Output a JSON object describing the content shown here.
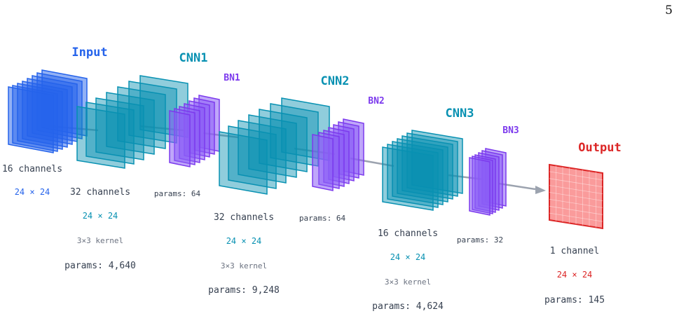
{
  "page_number": "5",
  "colors": {
    "input": "#2563eb",
    "cnn": "#0891b2",
    "bn": "#7c3aed",
    "output": "#dc2626",
    "text": "#374151",
    "kernel": "#6b7280",
    "arrow": "#9ca3af"
  },
  "blocks": {
    "input": {
      "title": "Input",
      "channels": "16 channels",
      "size": "24 × 24"
    },
    "cnn1": {
      "title": "CNN1",
      "channels": "32 channels",
      "size": "24 × 24",
      "kernel": "3×3 kernel",
      "params": "params: 4,640"
    },
    "bn1": {
      "title": "BN1",
      "params": "params: 64"
    },
    "cnn2": {
      "title": "CNN2",
      "channels": "32 channels",
      "size": "24 × 24",
      "kernel": "3×3 kernel",
      "params": "params: 9,248"
    },
    "bn2": {
      "title": "BN2",
      "params": "params: 64"
    },
    "cnn3": {
      "title": "CNN3",
      "channels": "16 channels",
      "size": "24 × 24",
      "kernel": "3×3 kernel",
      "params": "params: 4,624"
    },
    "bn3": {
      "title": "BN3",
      "params": "params: 32"
    },
    "output": {
      "title": "Output",
      "channels": "1 channel",
      "size": "24 × 24",
      "params": "params: 145"
    }
  }
}
